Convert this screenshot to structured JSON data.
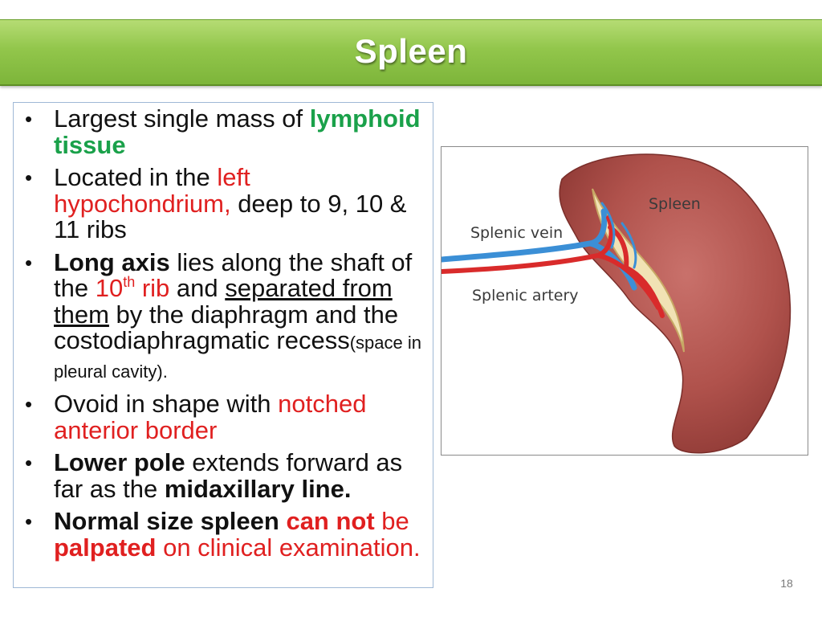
{
  "slide": {
    "title": "Spleen",
    "page_number": "18",
    "colors": {
      "title_bar": "#8cc244",
      "highlight_red": "#e02020",
      "highlight_green": "#1aa14a"
    }
  },
  "bullets": [
    {
      "t1": "Largest single mass of ",
      "t2": "lymphoid tissue"
    },
    {
      "t1": "Located in the ",
      "t2": "left hypochondrium,",
      "t3": " deep to 9, 10 & 11 ribs"
    },
    {
      "t1": "Long axis",
      "t2": " lies along the shaft of the ",
      "t3": "10",
      "t4": "th",
      "t5": " rib",
      "t6": " and ",
      "t7": "separated from them",
      "t8": " by the diaphragm and the costodiaphragmatic recess",
      "t9": "(space in pleural cavity)."
    },
    {
      "t1": "Ovoid in shape with ",
      "t2": "notched anterior border"
    },
    {
      "t1": "Lower pole",
      "t2": " extends forward as far as the ",
      "t3": "midaxillary line."
    },
    {
      "t1": "Normal size spleen ",
      "t2": "can not",
      "t3": " be ",
      "t4": "palpated",
      "t5": " on clinical examination."
    }
  ],
  "figure": {
    "labels": {
      "spleen": "Spleen",
      "vein": "Splenic vein",
      "artery": "Splenic artery"
    }
  }
}
